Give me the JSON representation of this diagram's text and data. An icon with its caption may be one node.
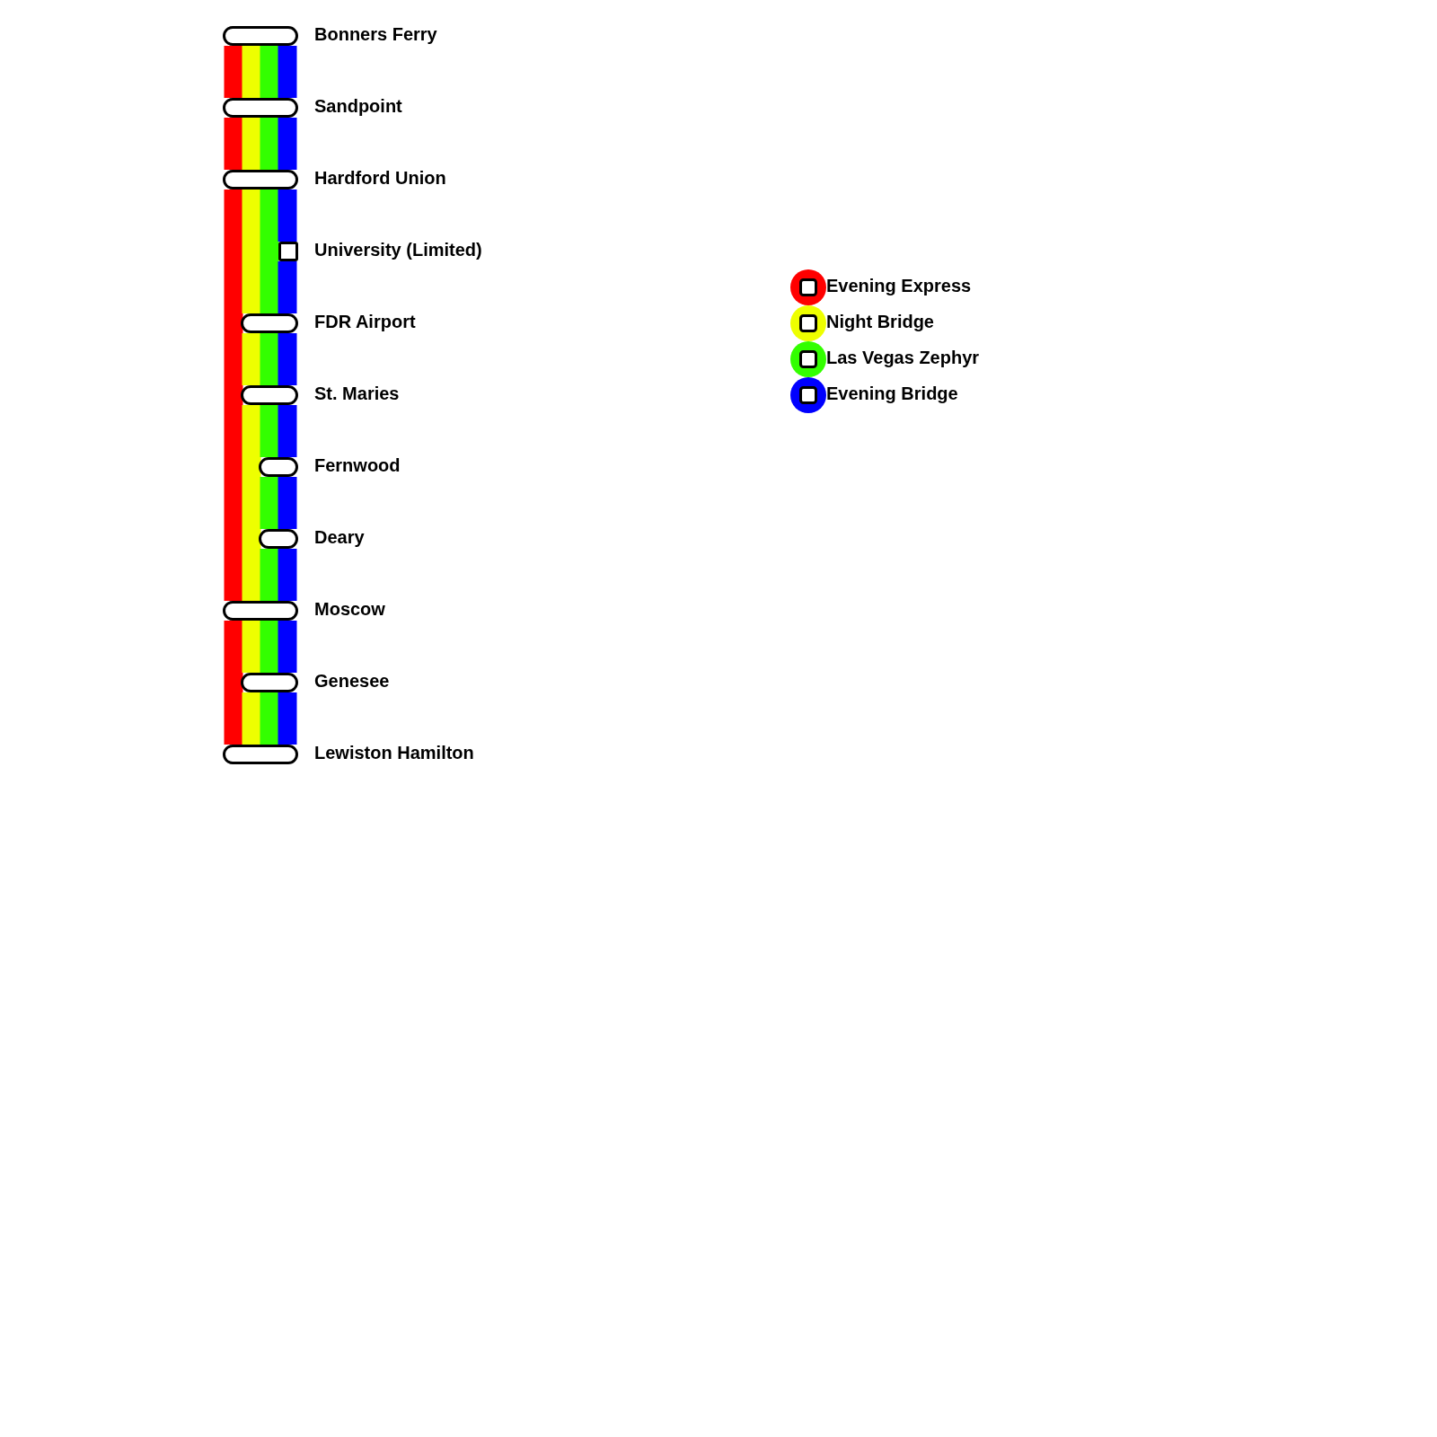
{
  "diagram": {
    "nodes": [
      {
        "text": [
          "Bonners Ferry"
        ]
      },
      {
        "text": [
          "Sandpoint"
        ]
      },
      {
        "text": [
          "Hardford Union"
        ]
      },
      {
        "text": [
          "University (Limited)"
        ]
      },
      {
        "text": [
          "FDR Airport"
        ]
      },
      {
        "text": [
          "St. Maries"
        ]
      },
      {
        "text": [
          "Fernwood"
        ]
      },
      {
        "text": [
          "Deary"
        ]
      },
      {
        "text": [
          "Moscow"
        ]
      },
      {
        "text": [
          "Genesee"
        ]
      },
      {
        "text": [
          "Lewiston Hamilton"
        ]
      }
    ],
    "edges": [
      {
        "from": 0,
        "to": 1,
        "arrow": "none",
        "color": "#ff0000"
      },
      {
        "from": 1,
        "to": 2,
        "arrow": "none",
        "color": "#ff0000"
      },
      {
        "from": 2,
        "to": 8,
        "arrow": "none",
        "color": "#ff0000"
      },
      {
        "from": 8,
        "to": 10,
        "arrow": "none",
        "color": "#ff0000"
      },
      {
        "from": 0,
        "to": 1,
        "arrow": "none",
        "color": "#eeff00"
      },
      {
        "from": 1,
        "to": 2,
        "arrow": "none",
        "color": "#eeff00"
      },
      {
        "from": 2,
        "to": 4,
        "arrow": "none",
        "color": "#eeff00"
      },
      {
        "from": 4,
        "to": 5,
        "arrow": "none",
        "color": "#eeff00"
      },
      {
        "from": 5,
        "to": 8,
        "arrow": "none",
        "color": "#eeff00"
      },
      {
        "from": 8,
        "to": 9,
        "arrow": "none",
        "color": "#eeff00"
      },
      {
        "from": 9,
        "to": 10,
        "arrow": "none",
        "color": "#eeff00"
      },
      {
        "from": 0,
        "to": 1,
        "arrow": "none",
        "color": "#33ff00"
      },
      {
        "from": 1,
        "to": 2,
        "arrow": "none",
        "color": "#33ff00"
      },
      {
        "from": 2,
        "to": 4,
        "arrow": "none",
        "color": "#33ff00"
      },
      {
        "from": 4,
        "to": 5,
        "arrow": "none",
        "color": "#33ff00"
      },
      {
        "from": 5,
        "to": 6,
        "arrow": "none",
        "color": "#33ff00"
      },
      {
        "from": 6,
        "to": 7,
        "arrow": "none",
        "color": "#33ff00"
      },
      {
        "from": 7,
        "to": 8,
        "arrow": "none",
        "color": "#33ff00"
      },
      {
        "from": 8,
        "to": 9,
        "arrow": "none",
        "color": "#33ff00"
      },
      {
        "from": 9,
        "to": 10,
        "arrow": "none",
        "color": "#33ff00"
      },
      {
        "from": 0,
        "to": 1,
        "arrow": "none",
        "color": "#0000ff"
      },
      {
        "from": 1,
        "to": 2,
        "arrow": "none",
        "color": "#0000ff"
      },
      {
        "from": 2,
        "to": 3,
        "arrow": "none",
        "color": "#0000ff"
      },
      {
        "from": 3,
        "to": 4,
        "arrow": "none",
        "color": "#0000ff"
      },
      {
        "from": 4,
        "to": 5,
        "arrow": "none",
        "color": "#0000ff"
      },
      {
        "from": 5,
        "to": 6,
        "arrow": "none",
        "color": "#0000ff"
      },
      {
        "from": 6,
        "to": 7,
        "arrow": "none",
        "color": "#0000ff"
      },
      {
        "from": 7,
        "to": 8,
        "arrow": "none",
        "color": "#0000ff"
      },
      {
        "from": 8,
        "to": 9,
        "arrow": "none",
        "color": "#0000ff"
      },
      {
        "from": 9,
        "to": 10,
        "arrow": "none",
        "color": "#0000ff"
      }
    ],
    "legend": [
      {
        "text": "Evening Express",
        "color": "#ff0000"
      },
      {
        "text": "Night Bridge",
        "color": "#eeff00"
      },
      {
        "text": "Las Vegas Zephyr",
        "color": "#33ff00"
      },
      {
        "text": "Evening Bridge",
        "color": "#0000ff"
      }
    ]
  }
}
